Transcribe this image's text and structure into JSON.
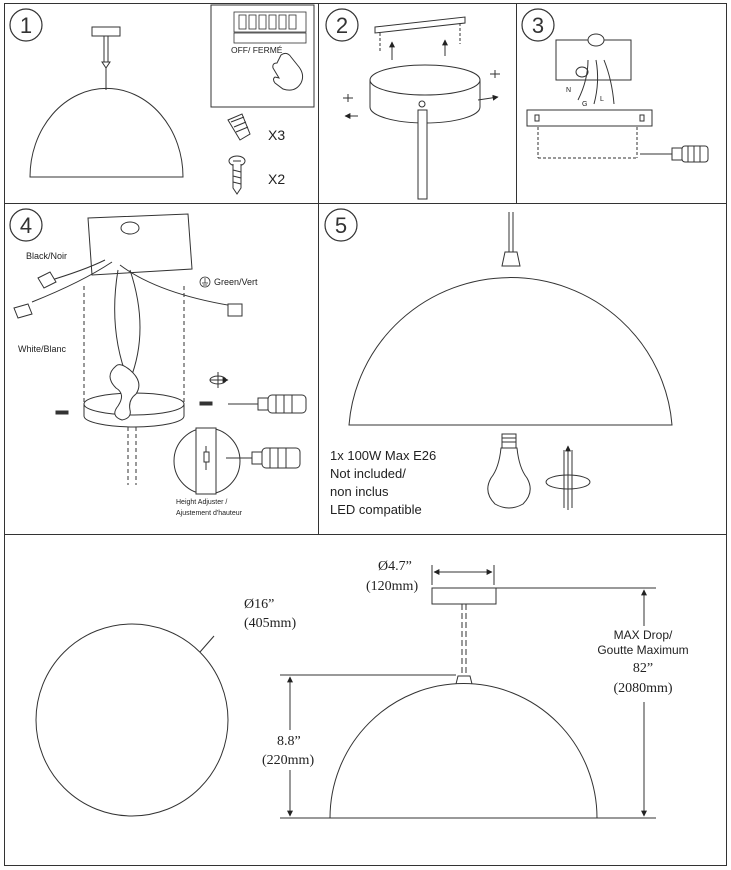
{
  "steps": [
    {
      "number": "1",
      "switch_label": "OFF/ FERMÉ",
      "connector_qty": "X3",
      "screw_qty": "X2"
    },
    {
      "number": "2"
    },
    {
      "number": "3",
      "label_n": "N",
      "label_g": "G",
      "label_l": "L"
    },
    {
      "number": "4",
      "black_label": "Black/Noir",
      "green_label": "Green/Vert",
      "white_label": "White/Blanc",
      "height_adjuster_label": "Height Adjuster /",
      "height_adjuster_label_fr": "Ajustement d'hauteur"
    },
    {
      "number": "5",
      "bulb_spec_1": "1x 100W Max E26",
      "bulb_spec_2": "Not included/",
      "bulb_spec_3": "non inclus",
      "bulb_spec_4": "LED compatible"
    }
  ],
  "dimensions": {
    "shade_diameter": "Ø16”",
    "shade_diameter_mm": "(405mm)",
    "canopy_diameter": "Ø4.7”",
    "canopy_diameter_mm": "(120mm)",
    "shade_height": "8.8”",
    "shade_height_mm": "(220mm)",
    "max_drop_label": "MAX Drop/",
    "max_drop_label_fr": "Goutte Maximum",
    "max_drop": "82”",
    "max_drop_mm": "(2080mm)"
  }
}
